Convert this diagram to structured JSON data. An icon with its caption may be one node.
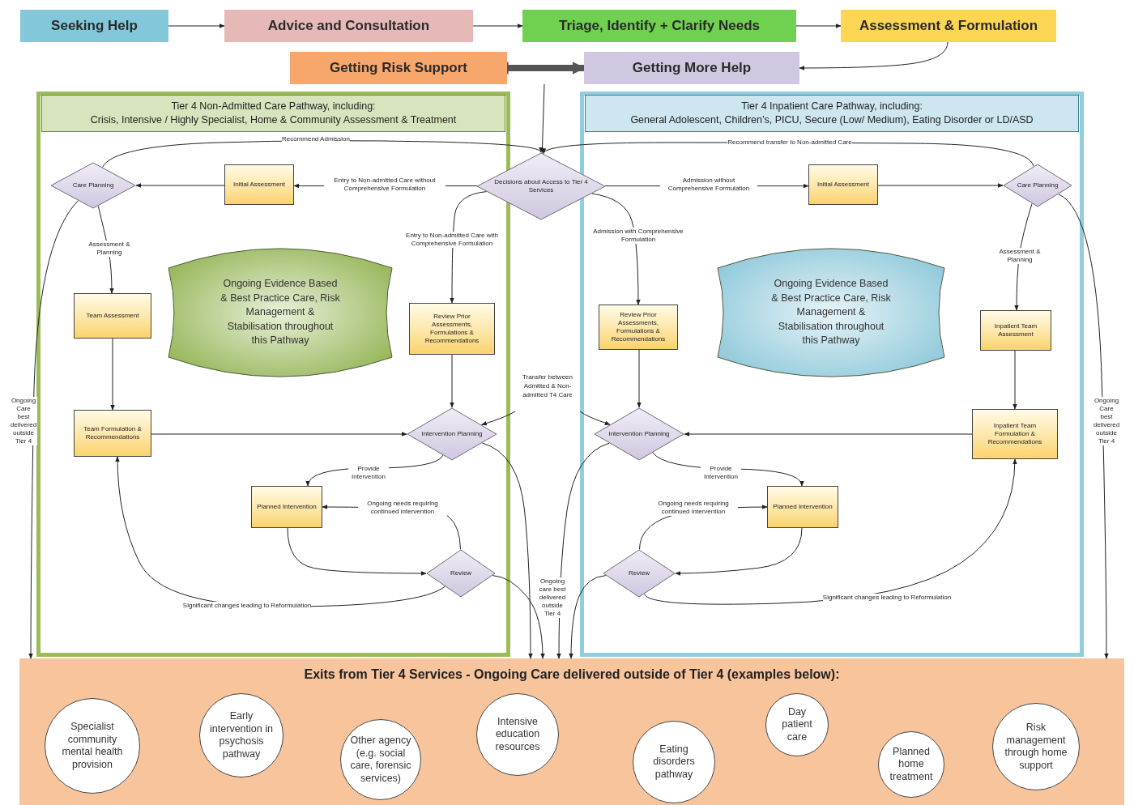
{
  "diagram": {
    "nodes": [
      {
        "text": [
          "Seeking Help"
        ]
      },
      {
        "text": [
          "Advice and Consultation"
        ]
      },
      {
        "text": [
          "Triage, Identify + Clarify Needs"
        ]
      },
      {
        "text": [
          "Assessment & Formulation"
        ]
      },
      {
        "text": [
          "Getting Risk Support"
        ]
      },
      {
        "text": [
          "Getting More Help"
        ]
      },
      {
        "text": [
          "Tier 4 Non-Admitted Care Pathway, including:",
          "Crisis, Intensive / Highly Specialist, Home & Community Assessment & Treatment"
        ]
      },
      {
        "text": [
          "Tier 4 Inpatient Care Pathway, including:",
          "General Adolescent, Children’s, PICU, Secure (Low/ Medium), Eating Disorder or LD/ASD"
        ]
      },
      {
        "text": [
          "Decisions about Access to Tier 4 Services"
        ]
      },
      {
        "text": [
          "Care Planning"
        ],
        "in": 6
      },
      {
        "text": [
          "Initial Assessment"
        ],
        "in": 6
      },
      {
        "text": [
          "Team Assessment"
        ],
        "in": 6
      },
      {
        "text": [
          "Ongoing Evidence Based & Best Practice Care, Risk Management & Stabilisation throughout this Pathway"
        ],
        "in": 6
      },
      {
        "text": [
          "Review Prior Assessments, Formulations & Recommendations"
        ],
        "in": 6
      },
      {
        "text": [
          "Team Formulation & Recommendations"
        ],
        "in": 6
      },
      {
        "text": [
          "Intervention Planning"
        ],
        "in": 6
      },
      {
        "text": [
          "Planned Intervention"
        ],
        "in": 6
      },
      {
        "text": [
          "Review"
        ],
        "in": 6
      },
      {
        "text": [
          "Initial Assessment"
        ],
        "in": 7
      },
      {
        "text": [
          "Care Planning"
        ],
        "in": 7
      },
      {
        "text": [
          "Review Prior Assessments, Formulations & Recommendations"
        ],
        "in": 7
      },
      {
        "text": [
          "Ongoing Evidence Based & Best Practice Care, Risk Management & Stabilisation throughout this Pathway"
        ],
        "in": 7
      },
      {
        "text": [
          "Inpatient Team Assessment"
        ],
        "in": 7
      },
      {
        "text": [
          "Intervention Planning"
        ],
        "in": 7
      },
      {
        "text": [
          "Inpatient Team Formulation & Recommendations"
        ],
        "in": 7
      },
      {
        "text": [
          "Planned Intervention"
        ],
        "in": 7
      },
      {
        "text": [
          "Review"
        ],
        "in": 7
      },
      {
        "text": [
          "Exits from Tier 4 Services - Ongoing Care delivered outside of Tier 4 (examples below):"
        ]
      },
      {
        "text": [
          "Specialist community mental health provision"
        ],
        "in": 27
      },
      {
        "text": [
          "Early intervention in psychosis pathway"
        ],
        "in": 27
      },
      {
        "text": [
          "Other agency (e.g. social care, forensic services)"
        ],
        "in": 27
      },
      {
        "text": [
          "Intensive education resources"
        ],
        "in": 27
      },
      {
        "text": [
          "Eating disorders pathway"
        ],
        "in": 27
      },
      {
        "text": [
          "Day patient care"
        ],
        "in": 27
      },
      {
        "text": [
          "Planned home treatment"
        ],
        "in": 27
      },
      {
        "text": [
          "Risk management through home support"
        ],
        "in": 27
      },
      {
        "text": [
          "Transfer between Admitted & Non-admitted T4 Care"
        ]
      }
    ],
    "edges": [
      {
        "from": 0,
        "to": 1,
        "arrow": "to"
      },
      {
        "from": 1,
        "to": 2,
        "arrow": "to"
      },
      {
        "from": 2,
        "to": 3,
        "arrow": "to"
      },
      {
        "from": 3,
        "to": 5,
        "arrow": "to"
      },
      {
        "from": 4,
        "to": 5,
        "arrow": "both",
        "style": "thick"
      },
      {
        "from": null,
        "to": 8,
        "arrow": "none"
      },
      {
        "from": 9,
        "to": 8,
        "arrow": "to",
        "label": "Recommend Admission"
      },
      {
        "from": 8,
        "to": 10,
        "arrow": "to",
        "label": "Entry to Non-admitted Care without Comprehensive Formulation"
      },
      {
        "from": 10,
        "to": 9,
        "arrow": "to"
      },
      {
        "from": 8,
        "to": 13,
        "arrow": "to",
        "label": "Entry to Non-admitted Care with Comprehensive Formulation"
      },
      {
        "from": 9,
        "to": 11,
        "arrow": "to",
        "label": "Assessment & Planning"
      },
      {
        "from": 11,
        "to": 14,
        "arrow": "to"
      },
      {
        "from": 14,
        "to": 15,
        "arrow": "to"
      },
      {
        "from": 13,
        "to": 15,
        "arrow": "to"
      },
      {
        "from": 15,
        "to": 16,
        "arrow": "to",
        "label": "Provide Intervention"
      },
      {
        "from": 16,
        "to": 17,
        "arrow": "to"
      },
      {
        "from": 17,
        "to": 16,
        "arrow": "to",
        "label": "Ongoing needs requiring continued intervention"
      },
      {
        "from": 17,
        "to": 14,
        "arrow": "to",
        "label": "Significant changes leading to Reformulation"
      },
      {
        "from": 9,
        "to": 27,
        "arrow": "to",
        "label": "Ongoing Care best delivered outside Tier 4"
      },
      {
        "from": 19,
        "to": 8,
        "arrow": "to",
        "label": "Recommend transfer to Non-admitted Care"
      },
      {
        "from": 8,
        "to": 18,
        "arrow": "to",
        "label": "Admission without Comprehensive Formulation"
      },
      {
        "from": 18,
        "to": 19,
        "arrow": "to"
      },
      {
        "from": 8,
        "to": 20,
        "arrow": "to",
        "label": "Admission with Comprehensive Formulation"
      },
      {
        "from": 19,
        "to": 22,
        "arrow": "to",
        "label": "Assessment & Planning"
      },
      {
        "from": 22,
        "to": 24,
        "arrow": "to"
      },
      {
        "from": 24,
        "to": 23,
        "arrow": "to"
      },
      {
        "from": 20,
        "to": 23,
        "arrow": "to"
      },
      {
        "from": 23,
        "to": 25,
        "arrow": "to",
        "label": "Provide Intervention"
      },
      {
        "from": 25,
        "to": 26,
        "arrow": "to"
      },
      {
        "from": 26,
        "to": 25,
        "arrow": "to",
        "label": "Ongoing needs requiring continued intervention"
      },
      {
        "from": 26,
        "to": 24,
        "arrow": "to",
        "label": "Significant changes leading to Reformulation"
      },
      {
        "from": 19,
        "to": 27,
        "arrow": "to",
        "label": "Ongoing Care best delivered outside Tier 4"
      },
      {
        "from": 36,
        "to": 15,
        "arrow": "to"
      },
      {
        "from": 36,
        "to": 23,
        "arrow": "to"
      },
      {
        "from": 15,
        "to": 27,
        "arrow": "to"
      },
      {
        "from": 17,
        "to": 27,
        "arrow": "to",
        "label": "Ongoing care best delivered outside Tier 4"
      },
      {
        "from": 23,
        "to": 27,
        "arrow": "to"
      },
      {
        "from": 26,
        "to": 27,
        "arrow": "to"
      }
    ]
  }
}
